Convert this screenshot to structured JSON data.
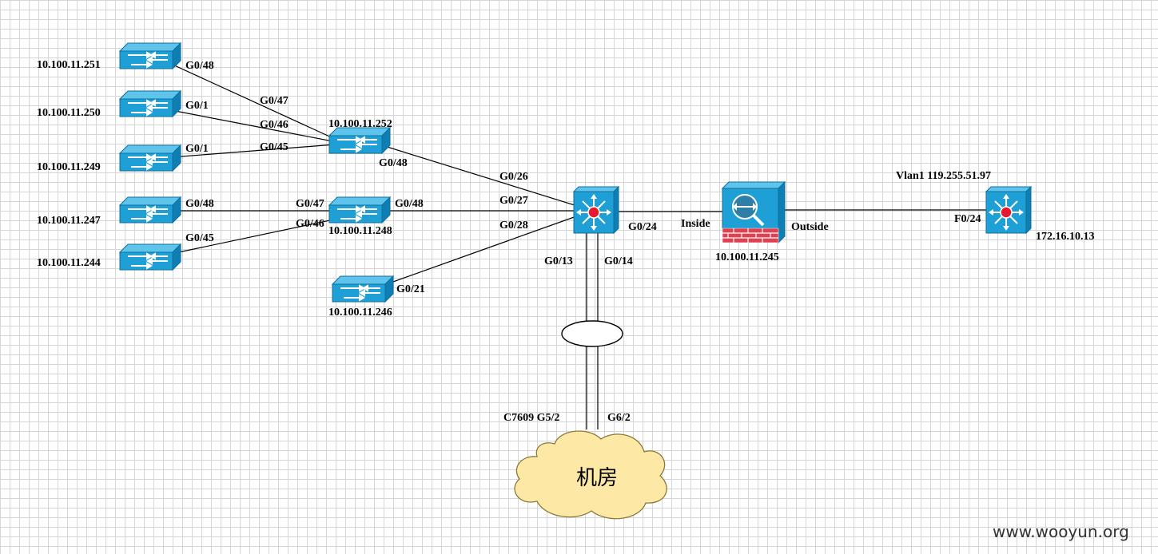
{
  "devices": {
    "sw_251": {
      "ip": "10.100.11.251"
    },
    "sw_250": {
      "ip": "10.100.11.250"
    },
    "sw_249": {
      "ip": "10.100.11.249"
    },
    "sw_247": {
      "ip": "10.100.11.247"
    },
    "sw_244": {
      "ip": "10.100.11.244"
    },
    "sw_252": {
      "ip": "10.100.11.252"
    },
    "sw_248": {
      "ip": "10.100.11.248"
    },
    "sw_246": {
      "ip": "10.100.11.246"
    },
    "firewall": {
      "ip": "10.100.11.245",
      "inside": "Inside",
      "outside": "Outside"
    },
    "remote_switch": {
      "ip": "172.16.10.13",
      "vlan": "Vlan1 119.255.51.97"
    }
  },
  "ports": {
    "sw251": "G0/48",
    "sw252_47": "G0/47",
    "sw250": "G0/1",
    "sw252_46": "G0/46",
    "sw249": "G0/1",
    "sw252_45": "G0/45",
    "sw252_up": "G0/48",
    "core_26": "G0/26",
    "sw247": "G0/48",
    "sw248_47": "G0/47",
    "sw244": "G0/45",
    "sw248_46": "G0/46",
    "sw248_up": "G0/48",
    "core_27": "G0/27",
    "core_28": "G0/28",
    "sw246": "G0/21",
    "core_24": "G0/24",
    "core_13": "G0/13",
    "core_14": "G0/14",
    "remote_24": "F0/24",
    "c7609": "C7609 G5/2",
    "c7609_b": "G6/2"
  },
  "cloud": {
    "label": "机房"
  },
  "watermark": "www.wooyun.org",
  "colors": {
    "device": "#1ea0d6",
    "device_dark": "#0d6f9e",
    "firewall_brick": "#e04050",
    "cloud_fill": "#fde8a6",
    "cloud_stroke": "#8a7a3a",
    "core_center": "#e8192c"
  }
}
